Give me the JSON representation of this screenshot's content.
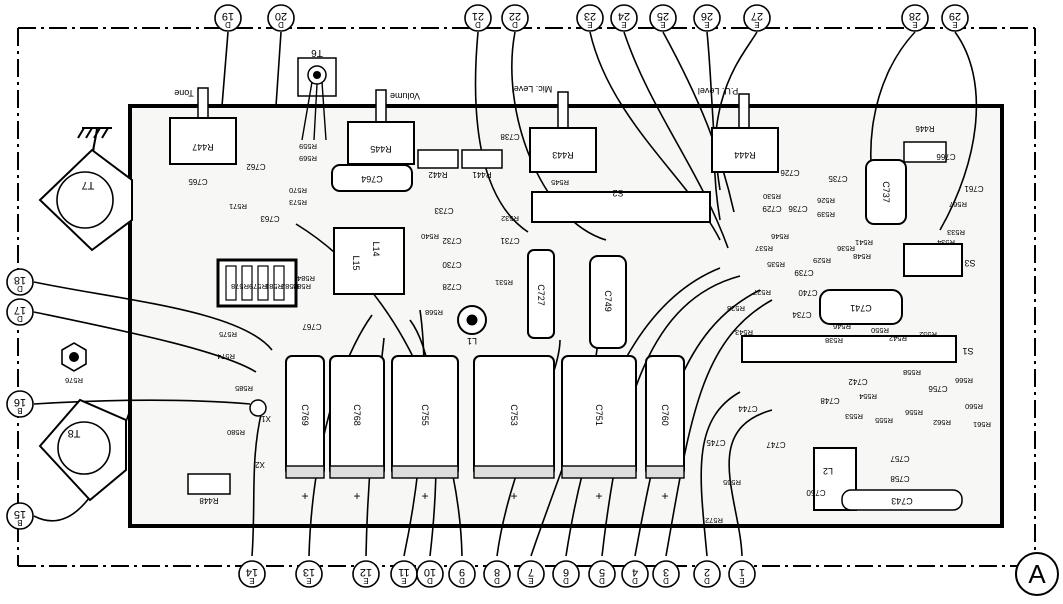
{
  "diagram": {
    "corner_label": "A",
    "board_labels": {
      "tone": "Tone",
      "volume": "Volume",
      "mic_level": "Mic. Level",
      "pu_level": "P.U. Level",
      "t6": "T6",
      "t7": "T7",
      "t8": "T8",
      "l1": "L1",
      "l2": "L2",
      "s1": "S1",
      "s2": "S2",
      "s3": "S3",
      "x1": "X1",
      "x2": "X2"
    },
    "top_terminals": [
      {
        "num": "19",
        "letter": "D"
      },
      {
        "num": "20",
        "letter": "D"
      },
      {
        "num": "21",
        "letter": "D"
      },
      {
        "num": "22",
        "letter": "D"
      },
      {
        "num": "23",
        "letter": "E"
      },
      {
        "num": "24",
        "letter": "E"
      },
      {
        "num": "25",
        "letter": "E"
      },
      {
        "num": "26",
        "letter": "E"
      },
      {
        "num": "27",
        "letter": "E"
      },
      {
        "num": "28",
        "letter": "E"
      },
      {
        "num": "29",
        "letter": "E"
      }
    ],
    "bottom_terminals": [
      {
        "num": "14",
        "letter": "E"
      },
      {
        "num": "13",
        "letter": "E"
      },
      {
        "num": "12",
        "letter": "E"
      },
      {
        "num": "11",
        "letter": "E"
      },
      {
        "num": "10",
        "letter": "D"
      },
      {
        "num": "9",
        "letter": "D"
      },
      {
        "num": "8",
        "letter": "D"
      },
      {
        "num": "7",
        "letter": "E"
      },
      {
        "num": "6",
        "letter": "D"
      },
      {
        "num": "5",
        "letter": "D"
      },
      {
        "num": "4",
        "letter": "D"
      },
      {
        "num": "3",
        "letter": "D"
      },
      {
        "num": "2",
        "letter": "D"
      },
      {
        "num": "1",
        "letter": "E"
      }
    ],
    "left_terminals": [
      {
        "num": "18",
        "letter": "D"
      },
      {
        "num": "17",
        "letter": "D"
      },
      {
        "num": "16",
        "letter": "B"
      },
      {
        "num": "15",
        "letter": "B"
      }
    ],
    "potentiometers": [
      "R447",
      "R445",
      "R443",
      "R444",
      "R442",
      "R441"
    ],
    "large_capacitors": [
      "C769",
      "C768",
      "C755",
      "C753",
      "C751",
      "C760",
      "C764",
      "C741",
      "C737",
      "C749",
      "C727"
    ],
    "small_capacitors": [
      "C765",
      "C762",
      "C763",
      "C767",
      "C733",
      "C732",
      "C730",
      "C728",
      "C731",
      "C726",
      "C729",
      "C736",
      "C735",
      "C738",
      "C739",
      "C740",
      "C734",
      "C766",
      "C761",
      "C742",
      "C744",
      "C745",
      "C747",
      "C748",
      "C750",
      "C756",
      "C757",
      "C758",
      "C743"
    ],
    "resistors": [
      "R559",
      "R569",
      "R570",
      "R573",
      "R571",
      "R575",
      "R574",
      "R576",
      "R585",
      "R580",
      "R572",
      "R565",
      "R568",
      "R540",
      "R532",
      "R531",
      "R545",
      "R530",
      "R526",
      "R539",
      "R543",
      "R527",
      "R528",
      "R529",
      "R534",
      "R533",
      "R548",
      "R550",
      "R552",
      "R546",
      "R538",
      "R542",
      "R553",
      "R554",
      "R555",
      "R556",
      "R558",
      "R560",
      "R561",
      "R562",
      "R566",
      "R567",
      "R546",
      "R537",
      "R535",
      "R541",
      "R536",
      "R578",
      "R579",
      "R581",
      "R582",
      "R583",
      "R584",
      "R448",
      "R446"
    ],
    "coils": [
      "L14",
      "L15"
    ]
  }
}
